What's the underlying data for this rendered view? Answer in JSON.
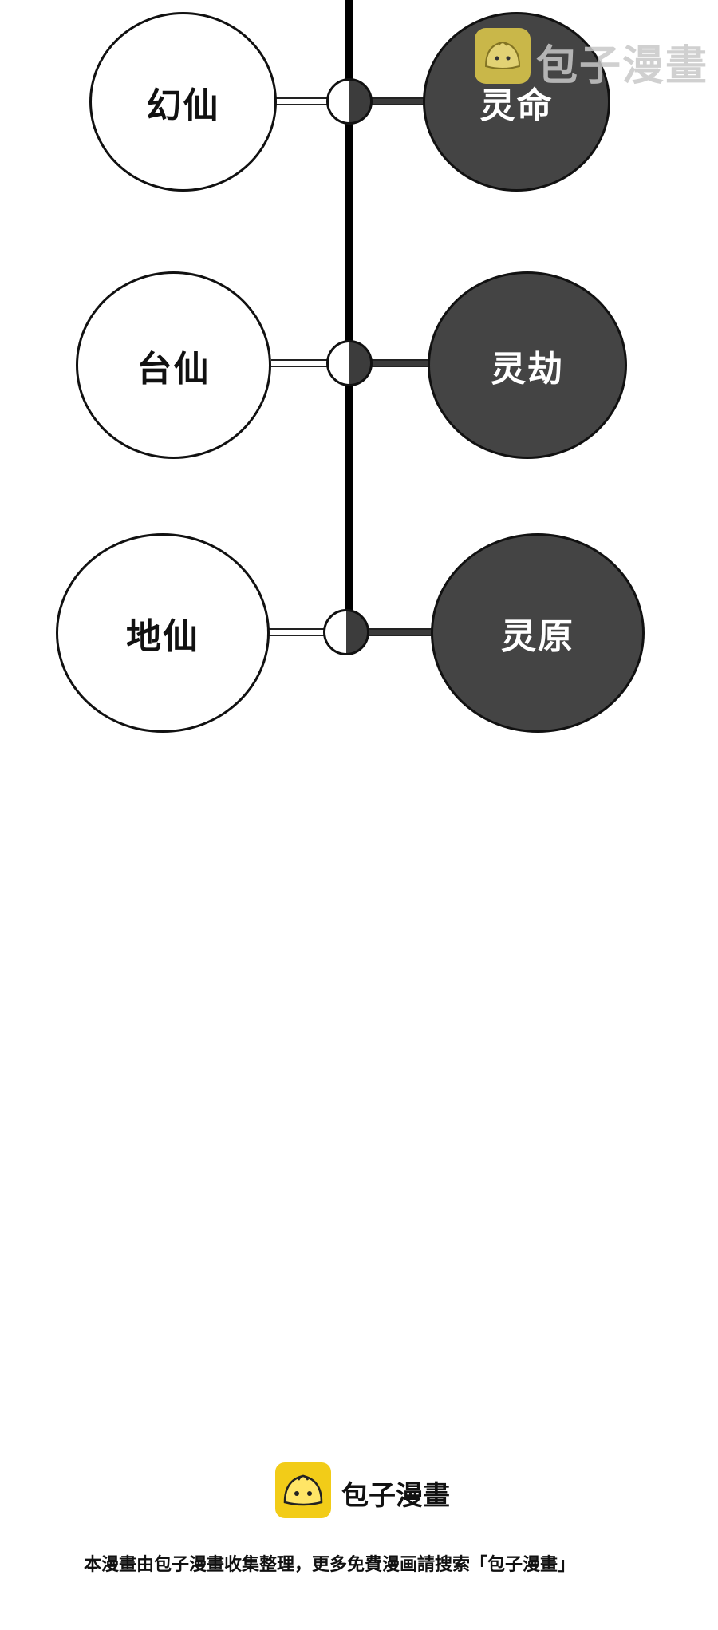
{
  "diagram": {
    "rows": [
      {
        "left": "幻仙",
        "right": "灵命"
      },
      {
        "left": "台仙",
        "right": "灵劫"
      },
      {
        "left": "地仙",
        "right": "灵原"
      }
    ]
  },
  "watermark": {
    "brand": "包子漫畫"
  },
  "footer": {
    "brand": "包子漫畫",
    "note": "本漫畫由包子漫畫收集整理，更多免費漫画請搜索「包子漫畫」"
  },
  "colors": {
    "dark_circle": "#444444",
    "light_circle": "#ffffff",
    "logo": "#f2cc18"
  }
}
